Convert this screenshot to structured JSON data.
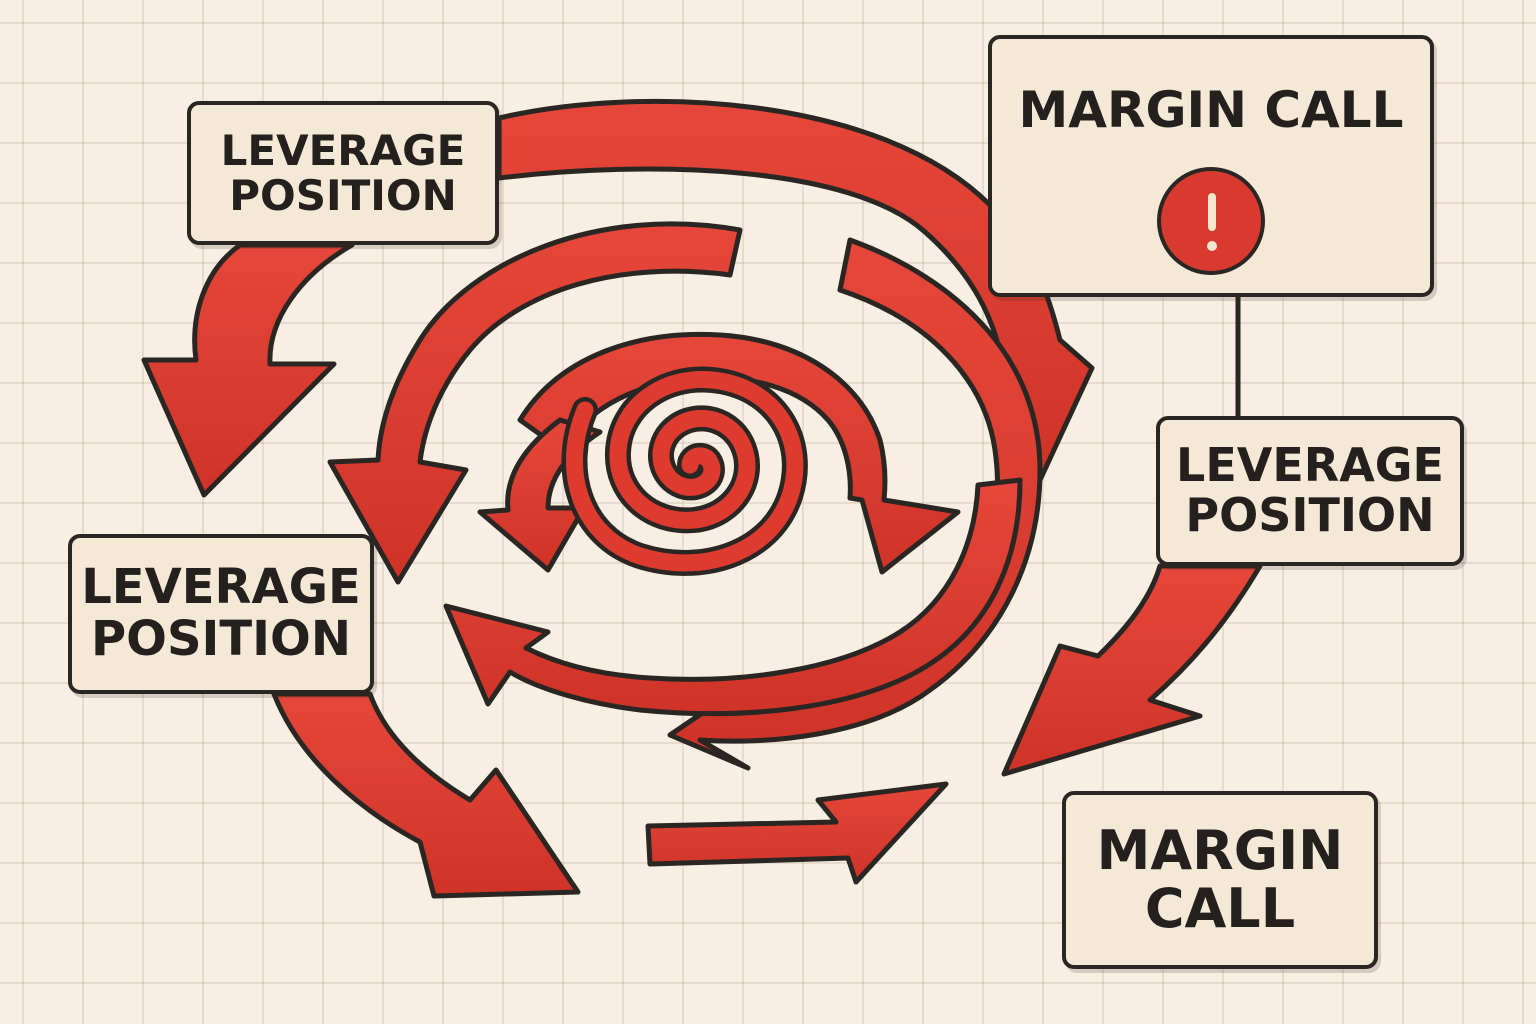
{
  "boxes": {
    "leverage_top": {
      "line1": "LEVERAGE",
      "line2": "POSITION"
    },
    "leverage_left": {
      "line1": "LEVERAGE",
      "line2": "POSITION"
    },
    "leverage_right": {
      "line1": "LEVERAGE",
      "line2": "POSITION"
    },
    "margin_call_top": {
      "label": "MARGIN CALL",
      "icon": "exclamation-icon"
    },
    "margin_call_bottom": {
      "line1": "MARGIN",
      "line2": "CALL"
    }
  },
  "colors": {
    "background": "#f7efe2",
    "arrow_red": "#dd3b2f",
    "outline": "#2a2623",
    "box_fill": "#f4e9d6"
  }
}
